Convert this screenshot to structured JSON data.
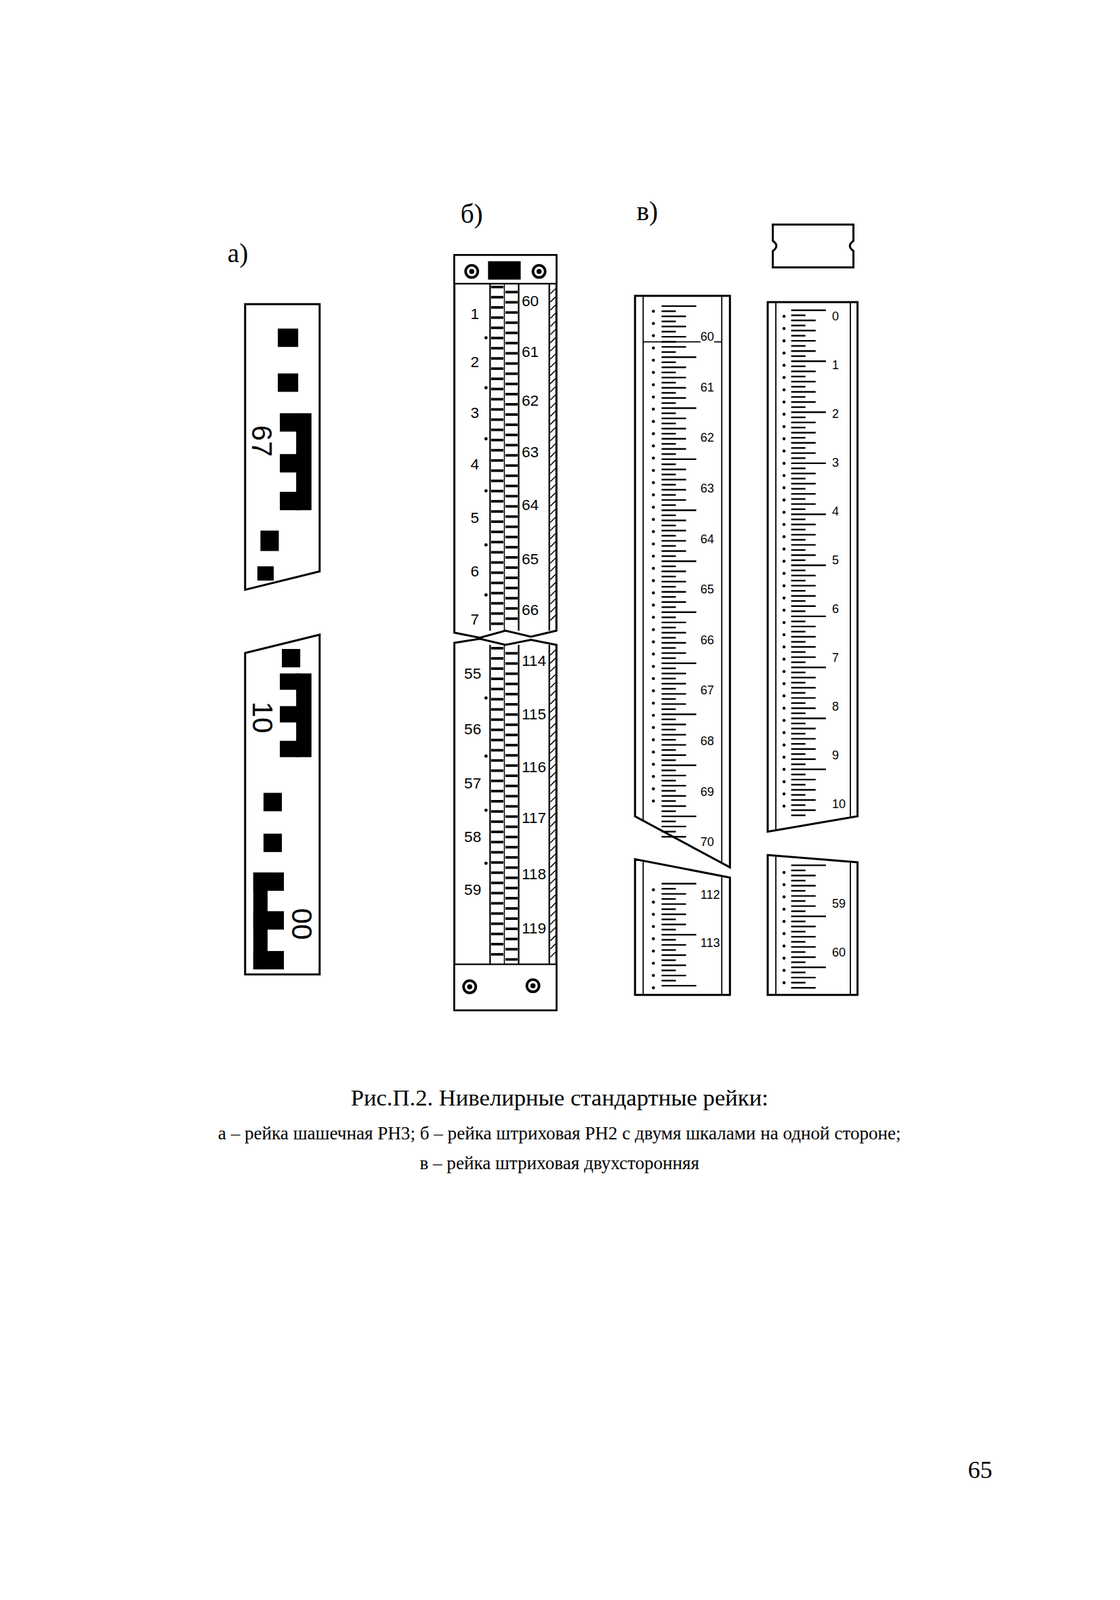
{
  "diagram": {
    "caption": "Рис.П.2. Нивелирные стандартные рейки:",
    "labels": [
      "а)",
      "б)",
      "в)",
      "67",
      "10",
      "00",
      "1",
      "2",
      "3",
      "4",
      "5",
      "6",
      "7",
      "60",
      "61",
      "62",
      "63",
      "64",
      "65",
      "66",
      "55",
      "56",
      "57",
      "58",
      "59",
      "114",
      "115",
      "116",
      "117",
      "118",
      "119",
      "60",
      "61",
      "62",
      "63",
      "64",
      "65",
      "66",
      "67",
      "68",
      "69",
      "70",
      "112",
      "113",
      "0",
      "1",
      "2",
      "3",
      "4",
      "5",
      "6",
      "7",
      "8",
      "9",
      "10",
      "59",
      "60",
      "а – рейка шашечная РН3; б – рейка штриховая РН2 с двумя шкалами на одной стороне;",
      "в – рейка штриховая двухсторонняя",
      "65"
    ]
  }
}
